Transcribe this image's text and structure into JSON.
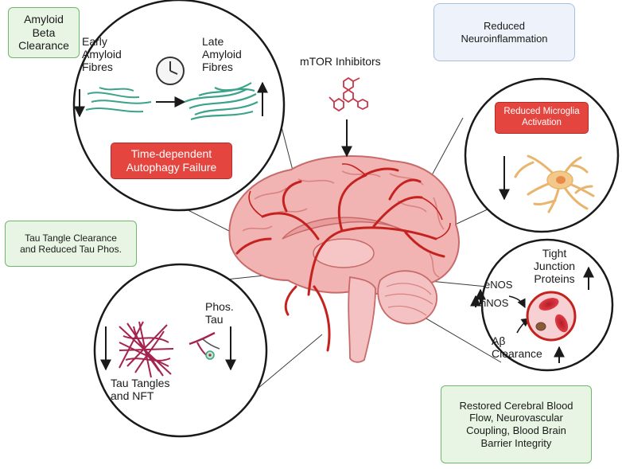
{
  "labels": {
    "amyloid_clearance": "Amyloid\nBeta\nClearance",
    "reduced_neuroinflammation": "Reduced\nNeuroinflammation",
    "mtor_inhibitors": "mTOR Inhibitors",
    "early_fibres": "Early\nAmyloid\nFibres",
    "late_fibres": "Late\nAmyloid\nFibres",
    "autophagy_failure": "Time-dependent\nAutophagy Failure",
    "reduced_microglia": "Reduced Microglia\nActivation",
    "tau_clearance": "Tau Tangle Clearance\nand Reduced Tau Phos.",
    "phos_tau": "Phos.\nTau",
    "tau_tangles": "Tau Tangles\nand NFT",
    "tight_junction": "Tight\nJunction\nProteins",
    "enos": "eNOS",
    "nnos": "nNOS",
    "abeta_clearance": "Aβ\nClearance",
    "restored_flow": "Restored Cerebral Blood\nFlow, Neurovascular\nCoupling, Blood Brain\nBarrier Integrity"
  },
  "colors": {
    "green_box": "#e8f5e4",
    "green_border": "#6fb86a",
    "blue_box": "#eef3fb",
    "red_label": "#e4453f",
    "brain": "#f2b3b3",
    "vessel": "#c4221e",
    "fibre": "#3aa38a",
    "microglia": "#f3c98b",
    "tau": "#a3244f"
  }
}
